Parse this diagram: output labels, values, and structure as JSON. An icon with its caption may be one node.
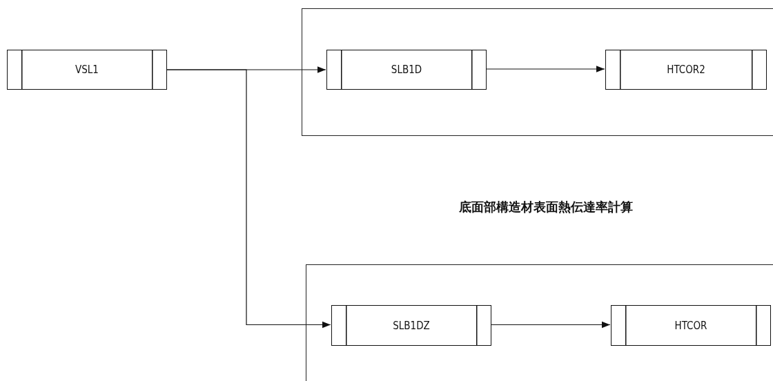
{
  "diagram": {
    "nodes": [
      {
        "text": [
          "VSL1"
        ]
      },
      {
        "text": [],
        "shape": "box"
      },
      {
        "text": [
          "SLB1D"
        ],
        "in": 1
      },
      {
        "text": [
          "HTCOR2"
        ],
        "in": 1
      },
      {
        "text": [],
        "shape": "box"
      },
      {
        "text": [
          "SLB1DZ"
        ],
        "in": 4
      },
      {
        "text": [
          "HTCOR"
        ],
        "in": 4
      }
    ],
    "edges": [
      {
        "from": 0,
        "to": 2,
        "arrow": "to"
      },
      {
        "from": 0,
        "to": 5,
        "arrow": "to"
      },
      {
        "from": 2,
        "to": 3,
        "arrow": "to"
      },
      {
        "from": 5,
        "to": 6,
        "arrow": "to"
      }
    ],
    "labels": [
      "底面部構造材表面熱伝達率計算"
    ]
  }
}
